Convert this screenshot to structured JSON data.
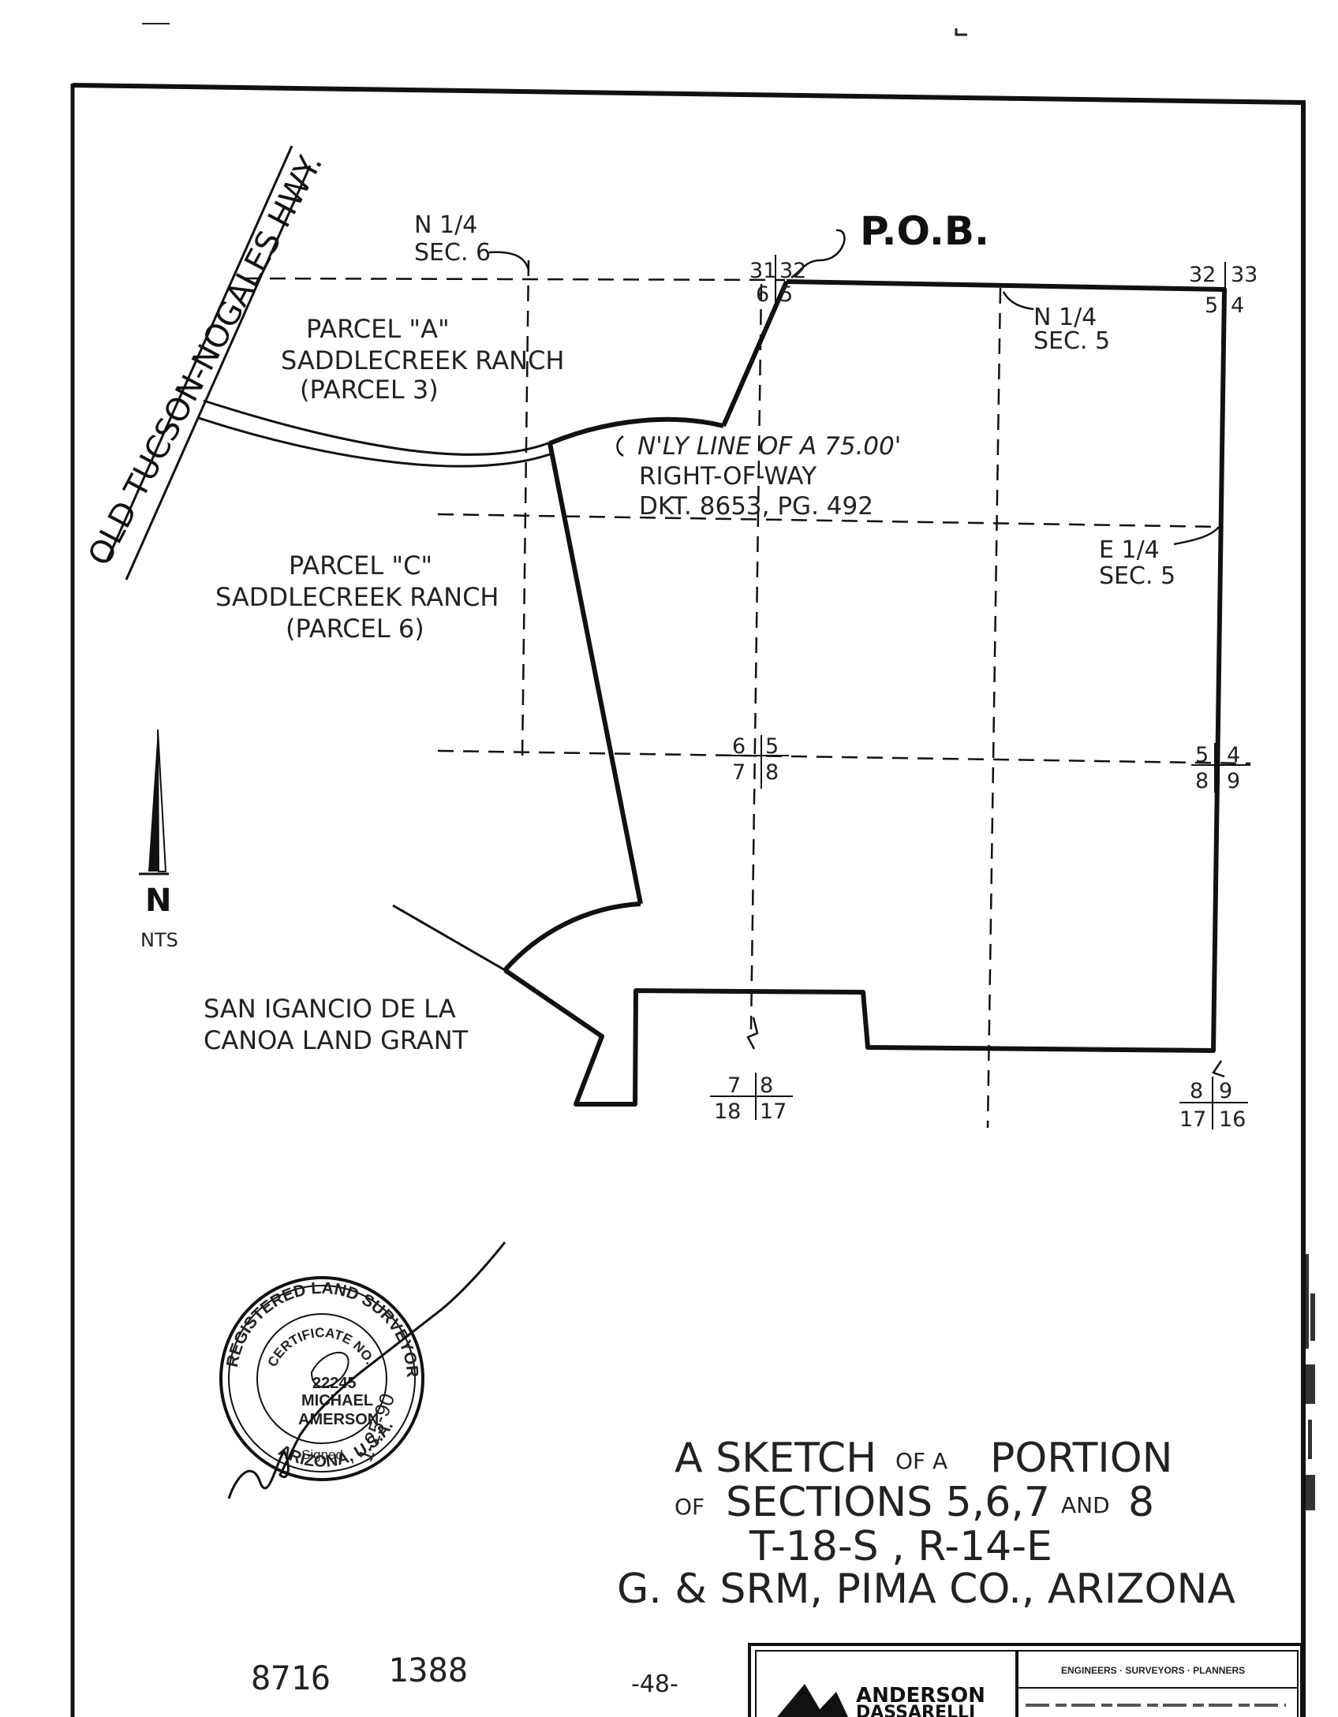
{
  "road": {
    "label": "OLD TUCSON-NOGALES HWY."
  },
  "pob": {
    "label": "P.O.B."
  },
  "n_quarter_sec6": {
    "line1": "N 1/4",
    "line2": "SEC. 6"
  },
  "n_quarter_sec5": {
    "line1": "N 1/4",
    "line2": "SEC. 5"
  },
  "e_quarter_sec5": {
    "line1": "E 1/4",
    "line2": "SEC. 5"
  },
  "parcel_a": {
    "line1": "PARCEL \"A\"",
    "line2": "SADDLECREEK RANCH",
    "line3": "(PARCEL 3)"
  },
  "parcel_c": {
    "line1": "PARCEL \"C\"",
    "line2": "SADDLECREEK RANCH",
    "line3": "(PARCEL 6)"
  },
  "row_note": {
    "line1": "N'LY LINE OF A 75.00'",
    "line2": "RIGHT-OF-WAY",
    "line3": "DKT. 8653, PG. 492"
  },
  "land_grant": {
    "line1": "SAN IGANCIO DE LA",
    "line2": "CANOA LAND GRANT"
  },
  "north_arrow": {
    "letter": "N",
    "scale": "NTS"
  },
  "section_corners": {
    "c1": {
      "tl": "31",
      "tr": "32",
      "bl": "6",
      "br": "5"
    },
    "c2": {
      "tl": "32",
      "tr": "33",
      "bl": "5",
      "br": "4"
    },
    "c3": {
      "tl": "6",
      "tr": "5",
      "bl": "7",
      "br": "8"
    },
    "c4": {
      "tl": "5",
      "tr": "4",
      "bl": "8",
      "br": "9"
    },
    "c5": {
      "tl": "7",
      "tr": "8",
      "bl": "18",
      "br": "17"
    },
    "c6": {
      "tl": "8",
      "tr": "9",
      "bl": "17",
      "br": "16"
    }
  },
  "title": {
    "line1": {
      "a": "A SKETCH",
      "b": "OF A",
      "c": "PORTION"
    },
    "line2": {
      "a": "OF",
      "b": "SECTIONS 5,6,7",
      "c": "AND",
      "d": "8"
    },
    "line3": "T-18-S , R-14-E",
    "line4": "G. & SRM, PIMA CO., ARIZONA"
  },
  "seal": {
    "top_text": "REGISTERED LAND SURVEYOR",
    "bottom_text": "ARIZONA, U.S.A.",
    "certificate": "CERTIFICATE NO.",
    "number": "22245",
    "name1": "MICHAEL",
    "name2": "AMERSON",
    "signed": "Signed",
    "date": "1-25-90"
  },
  "recording": {
    "docket": "8716",
    "page": "1388"
  },
  "page_number": "-48-",
  "firm": {
    "name1": "ANDERSON",
    "name2": "DASSARELLI",
    "services": "ENGINEERS · SURVEYORS · PLANNERS"
  }
}
